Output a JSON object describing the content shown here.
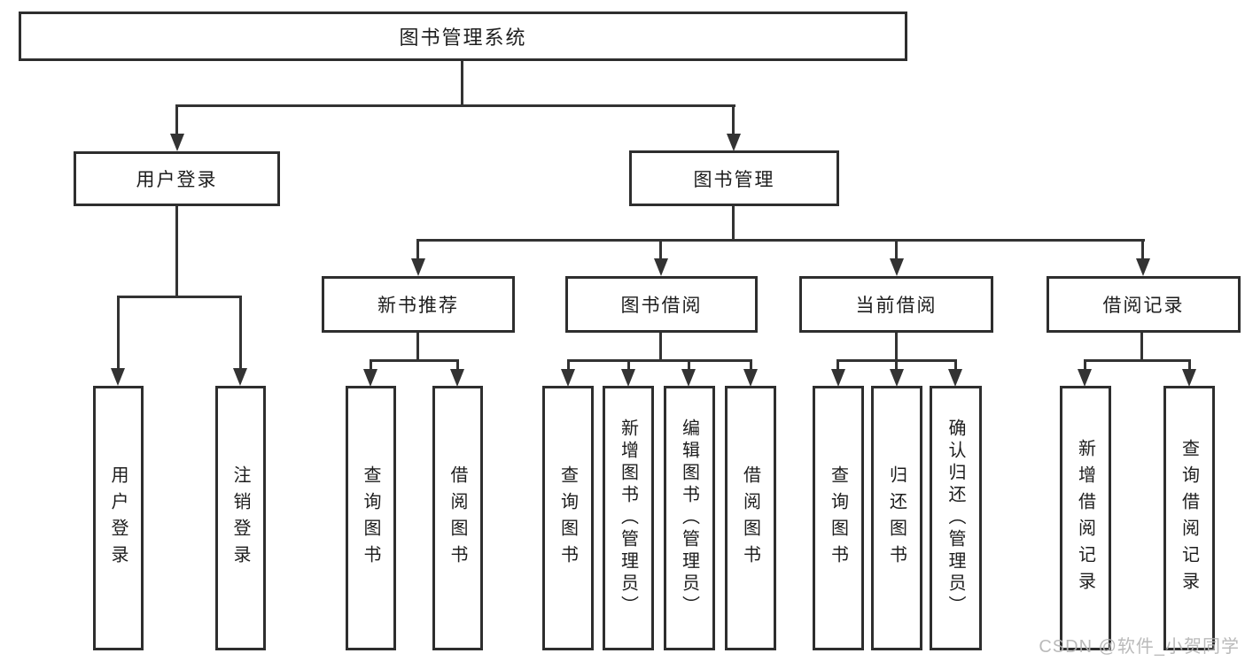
{
  "diagram": {
    "title": "图书管理系统",
    "branches": [
      {
        "label": "用户登录",
        "children": [
          "用户登录",
          "注销登录"
        ]
      },
      {
        "label": "图书管理",
        "sections": [
          {
            "label": "新书推荐",
            "children": [
              "查询图书",
              "借阅图书"
            ]
          },
          {
            "label": "图书借阅",
            "children": [
              "查询图书",
              "新增图书（管理员）",
              "编辑图书（管理员）",
              "借阅图书"
            ]
          },
          {
            "label": "当前借阅",
            "children": [
              "查询图书",
              "归还图书",
              "确认归还（管理员）"
            ]
          },
          {
            "label": "借阅记录",
            "children": [
              "新增借阅记录",
              "查询借阅记录"
            ]
          }
        ]
      }
    ]
  },
  "colors": {
    "line": "#333333",
    "border": "#2e2e2e",
    "text": "#1d1d1d",
    "watermark": "#b3b3b3"
  },
  "watermark": "CSDN @软件_小贺同学"
}
